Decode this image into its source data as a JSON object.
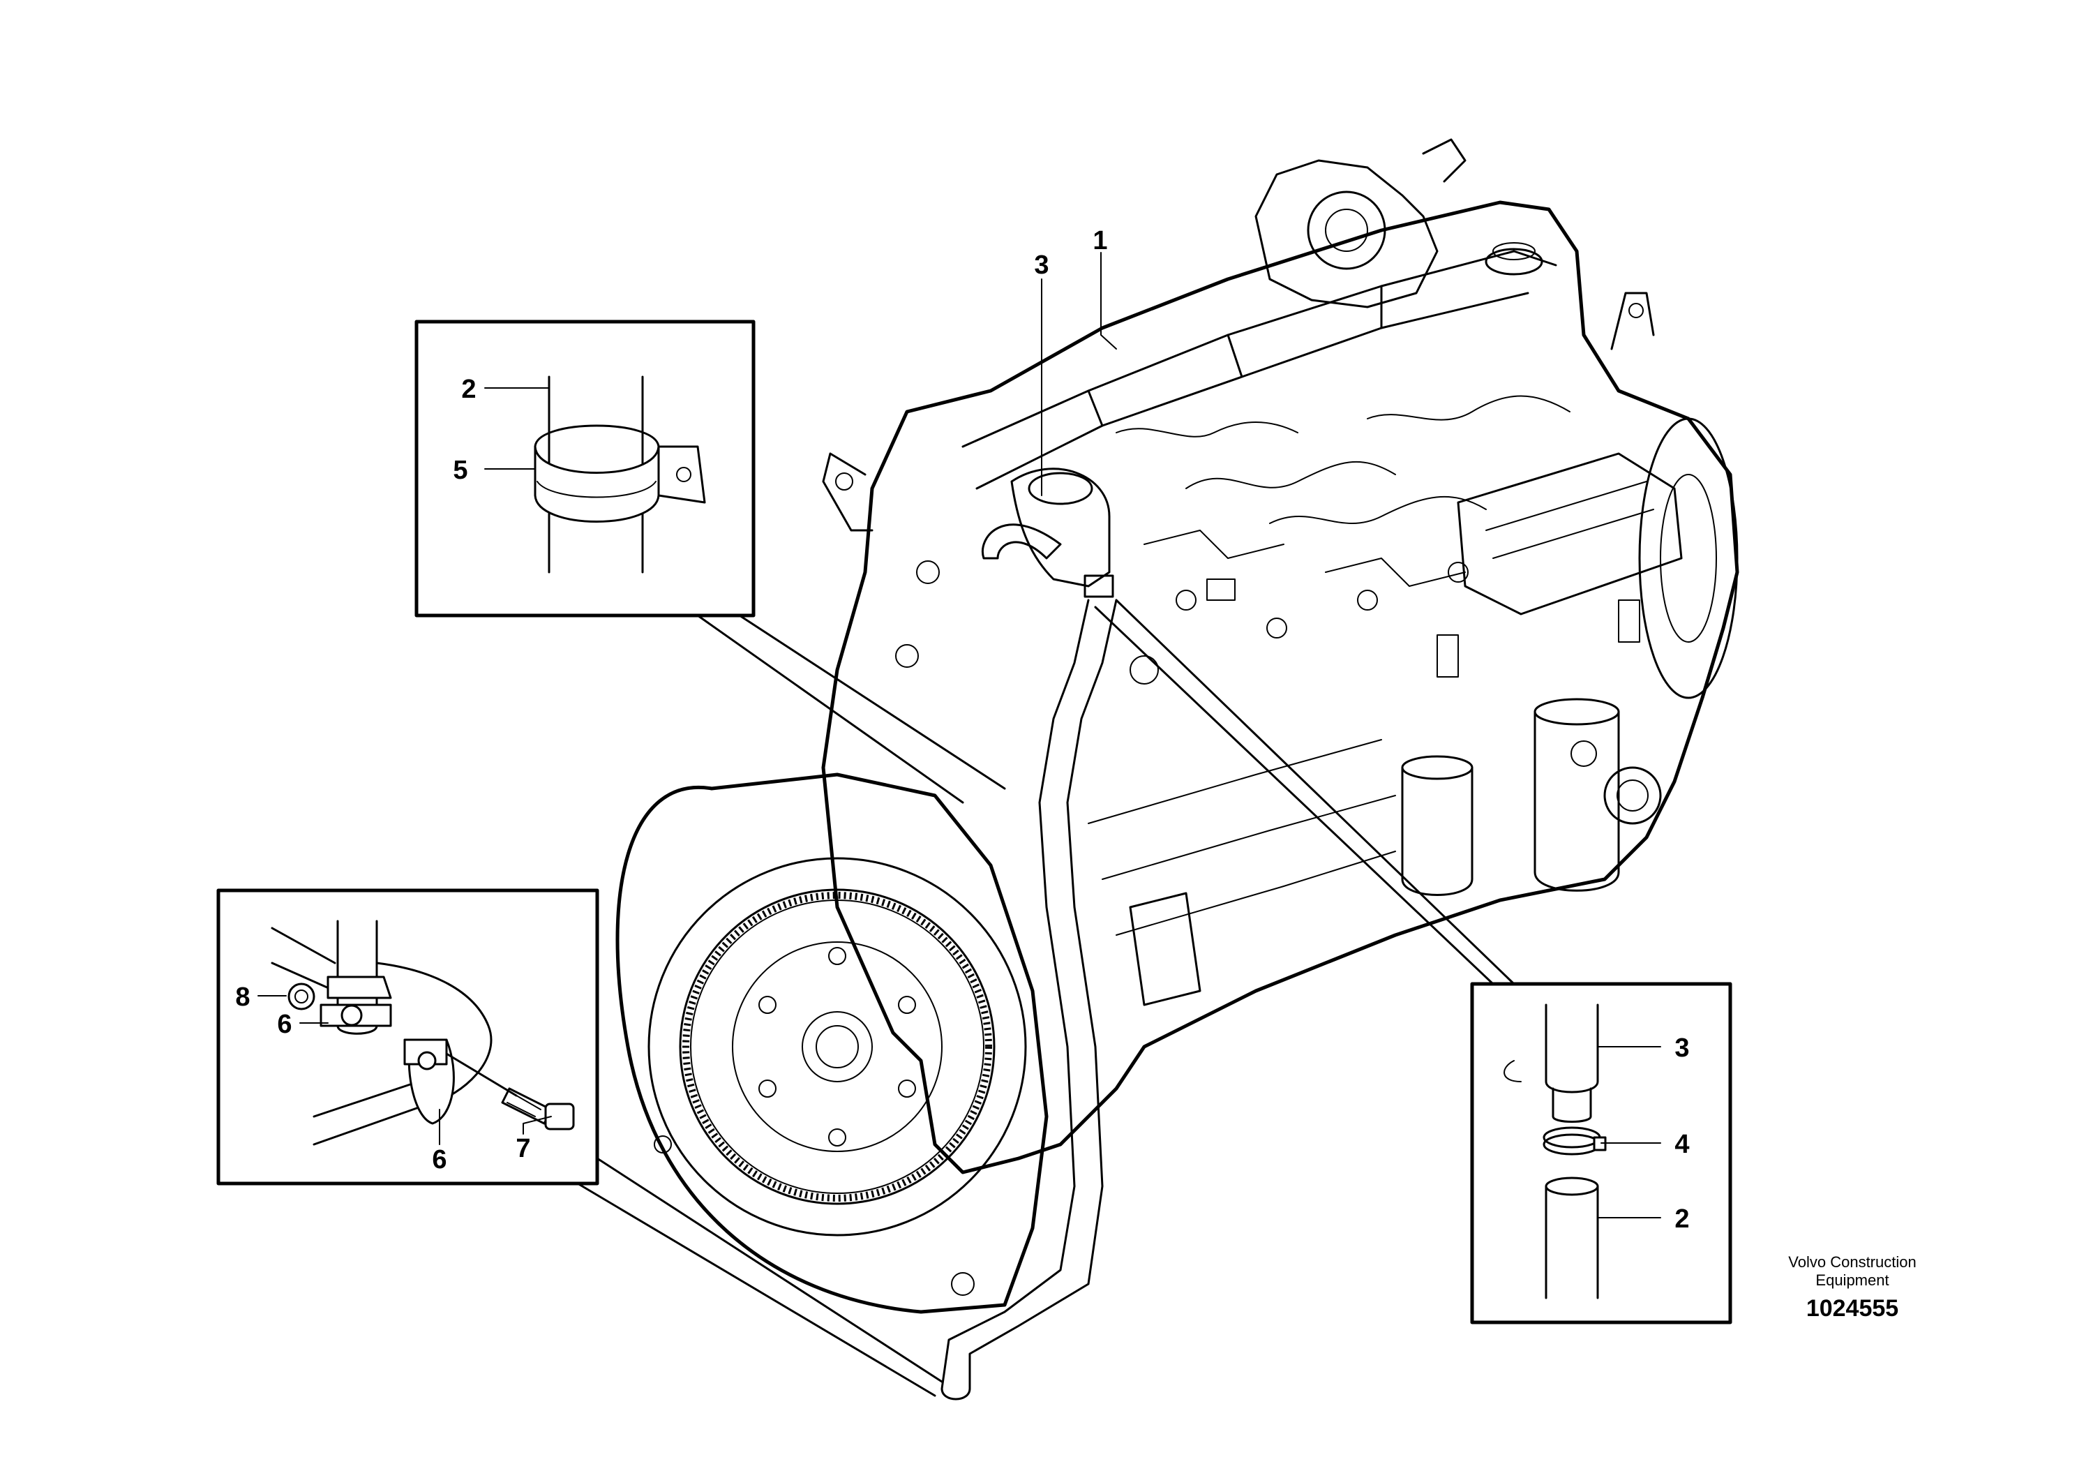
{
  "labels": {
    "main_1": "1",
    "main_3": "3",
    "inset_a_2": "2",
    "inset_a_5": "5",
    "inset_b_8": "8",
    "inset_b_6_upper": "6",
    "inset_b_6_lower": "6",
    "inset_b_7": "7",
    "inset_c_3": "3",
    "inset_c_4": "4",
    "inset_c_2": "2"
  },
  "footer": {
    "brand_line1": "Volvo Construction",
    "brand_line2": "Equipment",
    "part_number": "1024555"
  }
}
